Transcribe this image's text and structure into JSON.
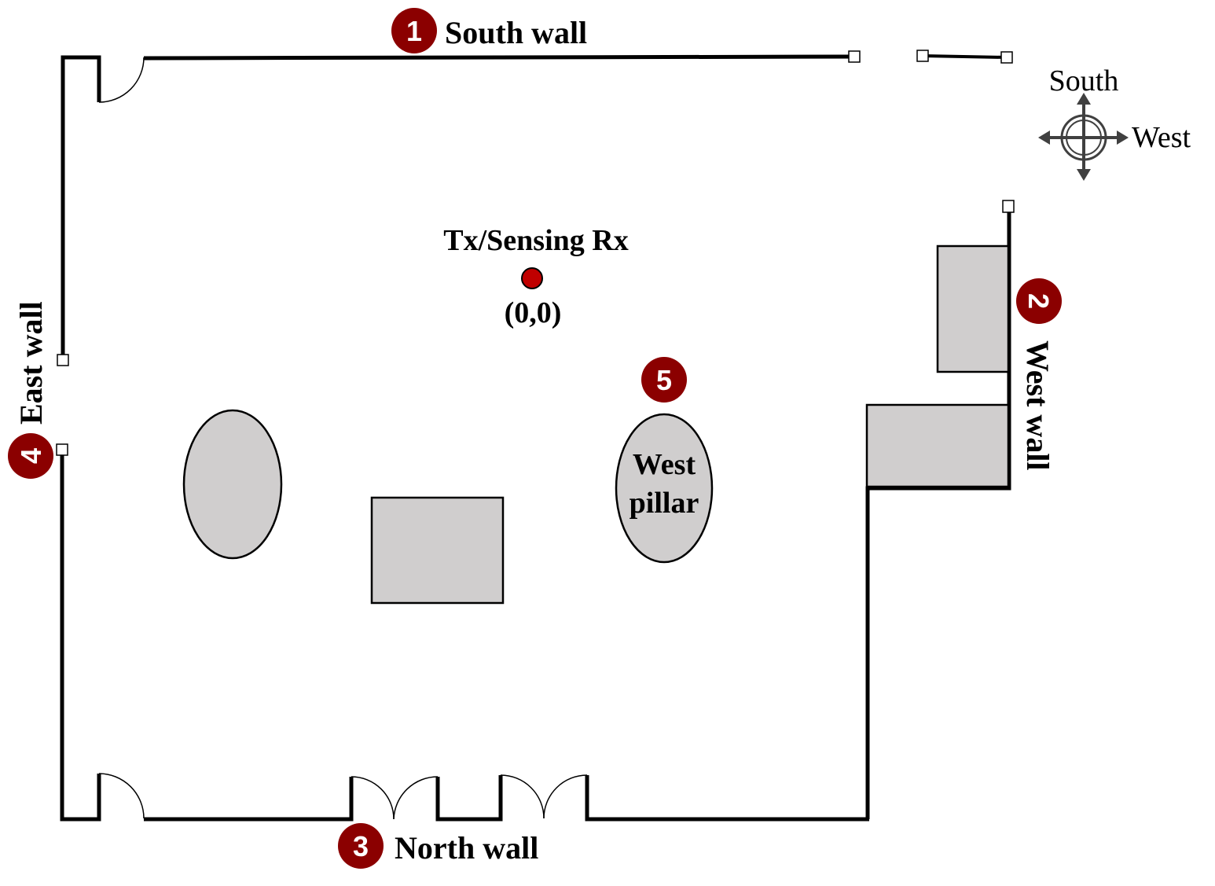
{
  "colors": {
    "wall": "#000000",
    "furniture": "#d0cece",
    "badge": "#8b0000",
    "tx_dot": "#c00000",
    "compass": "#404040"
  },
  "labels": {
    "south_wall": "South wall",
    "west_wall": "West wall",
    "north_wall": "North wall",
    "east_wall": "East wall",
    "tx": "Tx/Sensing Rx",
    "origin": "(0,0)",
    "pillar_line1": "West",
    "pillar_line2": "pillar"
  },
  "badges": {
    "b1": "1",
    "b2": "2",
    "b3": "3",
    "b4": "4",
    "b5": "5"
  },
  "compass": {
    "south": "South",
    "west": "West",
    "icon": "compass-icon"
  }
}
